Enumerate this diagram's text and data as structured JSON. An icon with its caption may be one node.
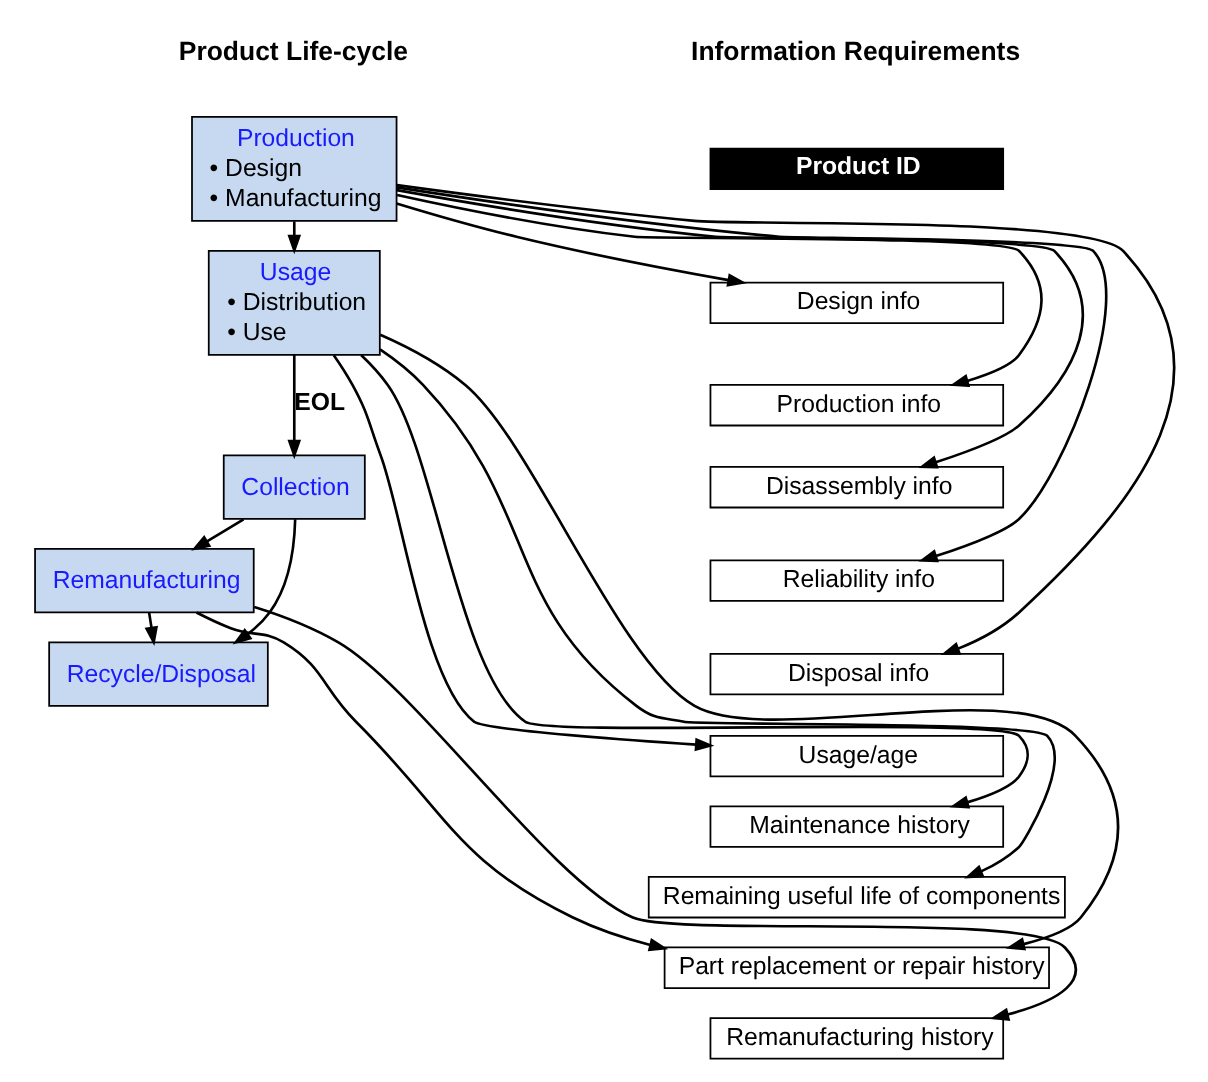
{
  "diagram": {
    "nodes": [
      {
        "text": [
          "Production",
          "• Design",
          "• Manufacturing"
        ]
      },
      {
        "text": [
          "Usage",
          "• Distribution",
          "• Use"
        ]
      },
      {
        "text": [
          "Collection"
        ]
      },
      {
        "text": [
          "Remanufacturing"
        ]
      },
      {
        "text": [
          "Recycle/Disposal"
        ]
      },
      {
        "text": [
          "Product ID"
        ]
      },
      {
        "text": [
          "Design info"
        ]
      },
      {
        "text": [
          "Production info"
        ]
      },
      {
        "text": [
          "Disassembly info"
        ]
      },
      {
        "text": [
          "Reliability info"
        ]
      },
      {
        "text": [
          "Disposal info"
        ]
      },
      {
        "text": [
          "Usage/age"
        ]
      },
      {
        "text": [
          "Maintenance history"
        ]
      },
      {
        "text": [
          "Remaining useful life of components"
        ]
      },
      {
        "text": [
          "Part replacement or repair history"
        ]
      },
      {
        "text": [
          "Remanufacturing history"
        ]
      }
    ],
    "edges": [
      {
        "from": 0,
        "to": 1,
        "arrow": "to"
      },
      {
        "from": 1,
        "to": 2,
        "arrow": "to",
        "label": "EOL"
      },
      {
        "from": 2,
        "to": 3,
        "arrow": "to"
      },
      {
        "from": 2,
        "to": 4,
        "arrow": "to"
      },
      {
        "from": 3,
        "to": 4,
        "arrow": "to"
      },
      {
        "from": 0,
        "to": 6,
        "arrow": "to"
      },
      {
        "from": 0,
        "to": 7,
        "arrow": "to"
      },
      {
        "from": 0,
        "to": 8,
        "arrow": "to"
      },
      {
        "from": 0,
        "to": 9,
        "arrow": "to"
      },
      {
        "from": 0,
        "to": 10,
        "arrow": "to"
      },
      {
        "from": 1,
        "to": 11,
        "arrow": "to"
      },
      {
        "from": 1,
        "to": 12,
        "arrow": "to"
      },
      {
        "from": 1,
        "to": 13,
        "arrow": "to"
      },
      {
        "from": 1,
        "to": 14,
        "arrow": "to"
      },
      {
        "from": 3,
        "to": 14,
        "arrow": "to"
      },
      {
        "from": 3,
        "to": 15,
        "arrow": "to"
      }
    ],
    "labels": [
      "Product Life-cycle",
      "Information Requirements"
    ]
  }
}
